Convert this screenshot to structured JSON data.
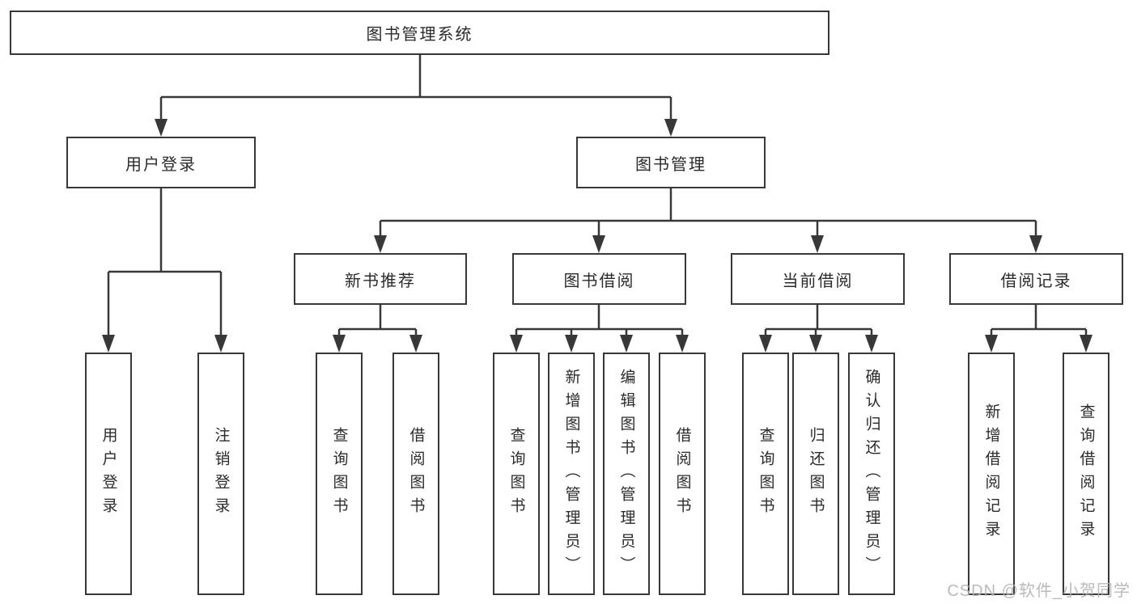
{
  "tree": {
    "label": "图书管理系统",
    "children": [
      {
        "label": "用户登录",
        "children": [
          {
            "label": "用户登录"
          },
          {
            "label": "注销登录"
          }
        ]
      },
      {
        "label": "图书管理",
        "children": [
          {
            "label": "新书推荐",
            "children": [
              {
                "label": "查询图书"
              },
              {
                "label": "借阅图书"
              }
            ]
          },
          {
            "label": "图书借阅",
            "children": [
              {
                "label": "查询图书"
              },
              {
                "label": "新增图书（管理员）"
              },
              {
                "label": "编辑图书（管理员）"
              },
              {
                "label": "借阅图书"
              }
            ]
          },
          {
            "label": "当前借阅",
            "children": [
              {
                "label": "查询图书"
              },
              {
                "label": "归还图书"
              },
              {
                "label": "确认归还（管理员）"
              }
            ]
          },
          {
            "label": "借阅记录",
            "children": [
              {
                "label": "新增借阅记录"
              },
              {
                "label": "查询借阅记录"
              }
            ]
          }
        ]
      }
    ]
  },
  "watermark": "CSDN @软件_小贺同学",
  "colors": {
    "line": "#383838",
    "text": "#2b2b2b",
    "watermark": "#b3b3b3",
    "background": "#ffffff"
  }
}
